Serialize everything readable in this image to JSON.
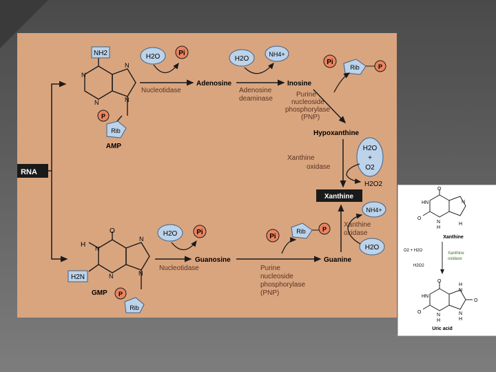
{
  "colors": {
    "panel": "#d9a57f",
    "bubble": "#bcd3ea",
    "bubble_stroke": "#3f5f85",
    "phosphate": "#e9845f",
    "box": "#1a1a1a"
  },
  "main": {
    "rna": "RNA",
    "amp": {
      "nh2": "NH2",
      "p": "P",
      "rib": "Rib",
      "label": "AMP",
      "n1": "N",
      "n3": "N",
      "n7": "N",
      "n9": "N"
    },
    "gmp": {
      "o": "O",
      "h": "H",
      "h2n": "H2N",
      "p": "P",
      "rib": "Rib",
      "label": "GMP",
      "n1": "N",
      "n3": "N",
      "n7": "N",
      "n9": "N"
    },
    "top": {
      "h2o_1": "H2O",
      "pi_1": "Pi",
      "enzyme_1": "Nucleotidase",
      "adenosine": "Adenosine",
      "h2o_2": "H2O",
      "nh4": "NH4+",
      "enzyme_2a": "Adenosine",
      "enzyme_2b": "deaminase",
      "inosine": "Inosine",
      "pi_2": "Pi",
      "rib": "Rib",
      "p": "P",
      "pnp_1": "Purine",
      "pnp_2": "nucleoside",
      "pnp_3": "phosphorylase",
      "pnp_4": "(PNP)",
      "hypoxanthine": "Hypoxanthine",
      "xo_1": "Xanthine",
      "xo_2": "oxidase",
      "h2o_3": "H2O",
      "plus": "+",
      "o2": "O2",
      "h2o2": "H2O2",
      "xanthine": "Xanthine"
    },
    "bottom": {
      "h2o_1": "H2O",
      "pi_1": "Pi",
      "enzyme_1": "Nucleotidase",
      "guanosine": "Guanosine",
      "pi_2": "Pi",
      "rib": "Rib",
      "p": "P",
      "pnp_1": "Purine",
      "pnp_2": "nucleoside",
      "pnp_3": "phosphorylase",
      "pnp_4": "(PNP)",
      "guanine": "Guanine",
      "nh4": "NH4+",
      "xo_1": "Xanthine",
      "xo_2": "oxidase",
      "h2o_2": "H2O"
    }
  },
  "side": {
    "o_top": "O",
    "hn": "HN",
    "n_r": "N",
    "o_left": "O",
    "n_b": "N",
    "h_b": "H",
    "h_r": "H",
    "xanthine": "Xanthine",
    "reactants": "O2 + H2O",
    "enzyme_1": "Xanthine",
    "enzyme_2": "oxidase",
    "h2o2": "H2O2",
    "o_top2": "O",
    "h_top2": "H",
    "hn2": "HN",
    "n2a": "N",
    "o_r2": "O",
    "o_l2": "O",
    "n2b": "N",
    "n2c": "N",
    "h2b": "H",
    "h2c": "H",
    "uric_acid": "Uric acid"
  }
}
